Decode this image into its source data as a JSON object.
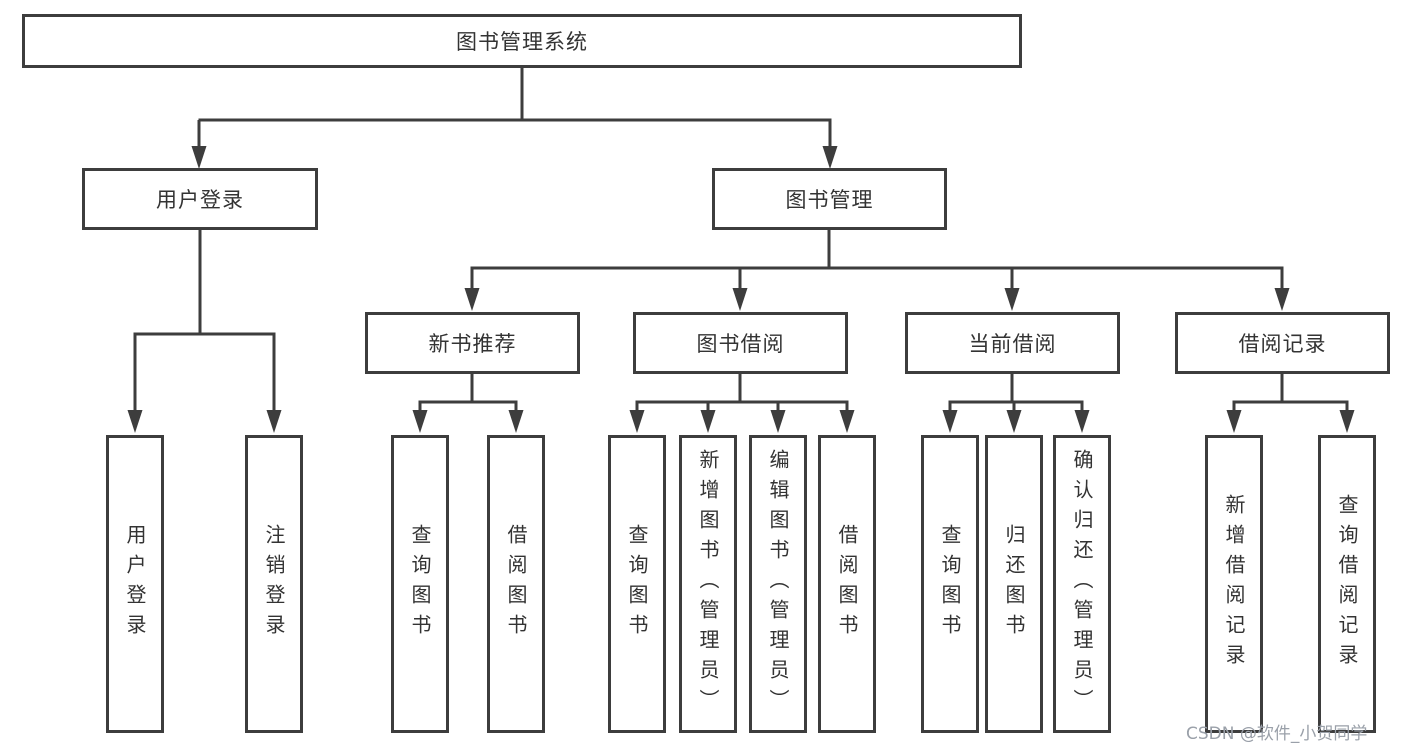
{
  "page": {
    "background": "#ffffff"
  },
  "styles": {
    "line_color": "#3d3d3d",
    "box_border_color": "#3d3d3d",
    "text_color": "#333333",
    "watermark_color": "#9aa0a9"
  },
  "tree": {
    "root": {
      "label": "图书管理系统",
      "children": [
        {
          "label": "用户登录",
          "children": [
            {
              "label": "用户登录"
            },
            {
              "label": "注销登录"
            }
          ]
        },
        {
          "label": "图书管理",
          "children": [
            {
              "label": "新书推荐",
              "children": [
                {
                  "label": "查询图书"
                },
                {
                  "label": "借阅图书"
                }
              ]
            },
            {
              "label": "图书借阅",
              "children": [
                {
                  "label": "查询图书"
                },
                {
                  "label": "新增图书（管理员）"
                },
                {
                  "label": "编辑图书（管理员）"
                },
                {
                  "label": "借阅图书"
                }
              ]
            },
            {
              "label": "当前借阅",
              "children": [
                {
                  "label": "查询图书"
                },
                {
                  "label": "归还图书"
                },
                {
                  "label": "确认归还（管理员）"
                }
              ]
            },
            {
              "label": "借阅记录",
              "children": [
                {
                  "label": "新增借阅记录"
                },
                {
                  "label": "查询借阅记录"
                }
              ]
            }
          ]
        }
      ]
    }
  },
  "watermark": {
    "text": "CSDN @软件_小贺同学"
  }
}
